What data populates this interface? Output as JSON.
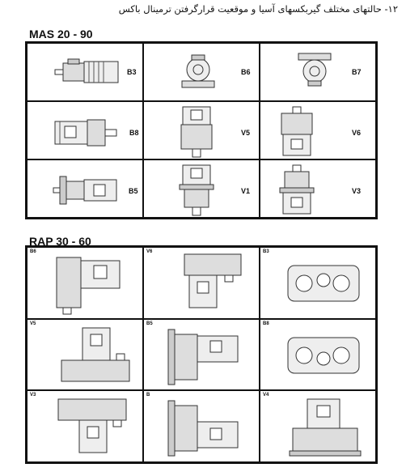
{
  "heading": "۱۲- حالتهای مختلف گیربکسهای آسیا و موقعیت قرارگرفتن ترمینال باکس",
  "sections": [
    {
      "title": "MAS 20 - 90",
      "cells": [
        {
          "label": "B3",
          "icon": "inline-gearmotor-side-view"
        },
        {
          "label": "B6",
          "icon": "inline-gearmotor-front-view"
        },
        {
          "label": "B7",
          "icon": "inline-gearmotor-front-view"
        },
        {
          "label": "B8",
          "icon": "inline-gearmotor-top-view"
        },
        {
          "label": "V5",
          "icon": "inline-gearmotor-vertical-view"
        },
        {
          "label": "V6",
          "icon": "inline-gearmotor-vertical-view"
        },
        {
          "label": "B5",
          "icon": "inline-gearmotor-flange-view"
        },
        {
          "label": "V1",
          "icon": "inline-gearmotor-vertical-view"
        },
        {
          "label": "V3",
          "icon": "inline-gearmotor-vertical-view"
        }
      ]
    },
    {
      "title": "RAP 30 - 60",
      "cells": [
        {
          "label": "B6",
          "icon": "parallel-shaft-gearmotor"
        },
        {
          "label": "V6",
          "icon": "parallel-shaft-gearmotor"
        },
        {
          "label": "B3",
          "icon": "parallel-shaft-gearmotor-end-view"
        },
        {
          "label": "V5",
          "icon": "parallel-shaft-gearmotor"
        },
        {
          "label": "B5",
          "icon": "parallel-shaft-gearmotor-flange"
        },
        {
          "label": "B8",
          "icon": "parallel-shaft-gearmotor-end-view"
        },
        {
          "label": "V3",
          "icon": "parallel-shaft-gearmotor"
        },
        {
          "label": "B",
          "icon": "parallel-shaft-gearmotor-flange"
        },
        {
          "label": "V4",
          "icon": "parallel-shaft-gearmotor-vertical"
        }
      ]
    }
  ]
}
